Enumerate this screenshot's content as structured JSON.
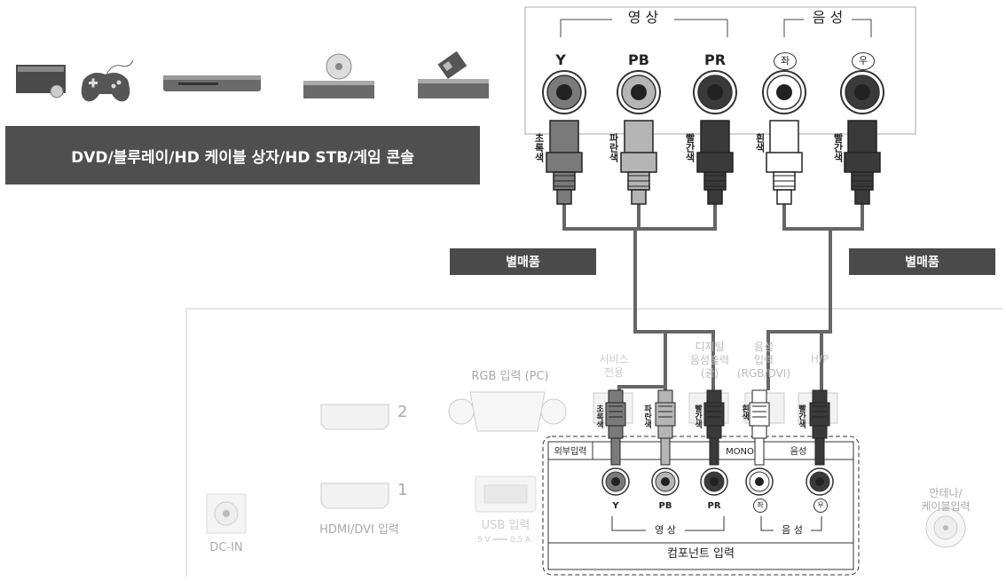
{
  "device_banner": "DVD/블루레이/HD 케이블 상자/HD STB/게임 콘솔",
  "source_panel": {
    "video_group": "영 상",
    "audio_group": "음 성",
    "jacks": [
      {
        "label": "Y",
        "color_name": "초록색",
        "color": "#7a7a7a"
      },
      {
        "label": "PB",
        "color_name": "파란색",
        "color": "#b5b5b5"
      },
      {
        "label": "PR",
        "color_name": "빨간색",
        "color": "#3a3a3a"
      },
      {
        "label": "좌",
        "color_name": "흰색",
        "color": "#ffffff"
      },
      {
        "label": "우",
        "color_name": "빨간색",
        "color": "#3a3a3a"
      }
    ]
  },
  "cable_tags": [
    "별매품",
    "별매품"
  ],
  "tv_panel": {
    "hdmi_2": "2",
    "hdmi_1": "1",
    "hdmi_label": "HDMI/DVI 입력",
    "rgb_label": "RGB 입력 (PC)",
    "usb_label": "USB 입력",
    "usb_spec": "5 V ═══ 0.5 A",
    "dc_in": "DC-IN",
    "service_label": "서비스\n전용",
    "digital_label": "디지털\n음성출력\n(광)",
    "audio_in_label": "음성\n입력\n(RGB/DVI)",
    "hp_label": "H/P",
    "antenna_label": "안테나/\n케이블입력",
    "ext_input": "외부입력",
    "mono": "MONO",
    "audio_small": "음성",
    "video_small": "영 상",
    "audio_small2": "음 성",
    "component_input": "컴포넌트 입력",
    "jack_labels": [
      "Y",
      "PB",
      "PR",
      "좌",
      "우"
    ]
  }
}
